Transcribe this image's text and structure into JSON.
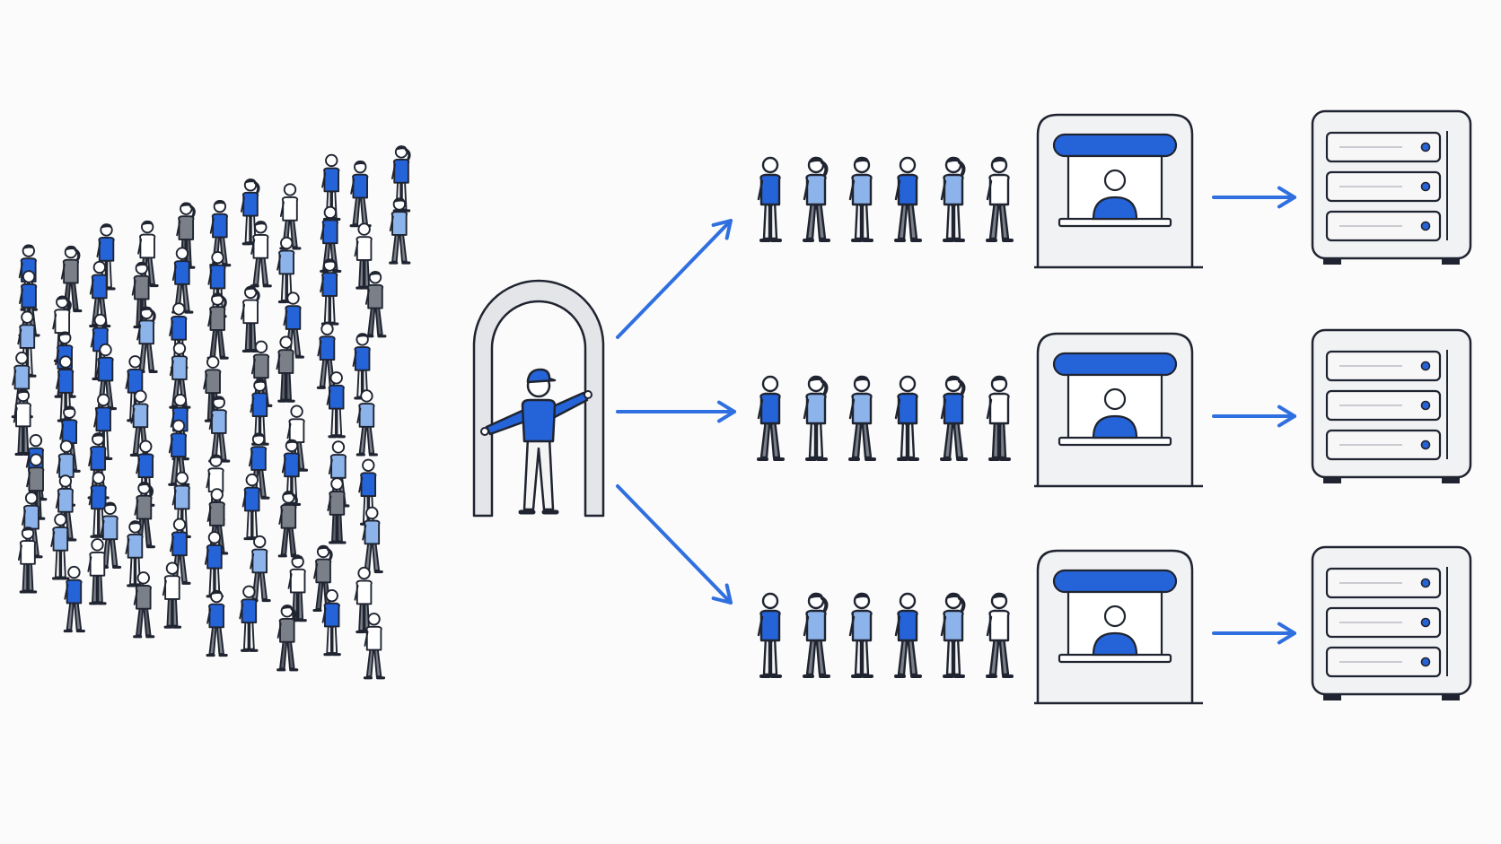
{
  "colors": {
    "background": "#fbfbfb",
    "outline": "#1f2430",
    "blue": "#2563d9",
    "light_blue": "#8cb3ea",
    "gray": "#7b8088",
    "white": "#ffffff",
    "panel": "#f1f2f4",
    "arch": "#e4e5e8",
    "arrow": "#2f6fe0"
  },
  "icons": {
    "crowd_person": "person-icon",
    "queue_person": "person-icon",
    "gatekeeper": "load-balancer-person-icon",
    "booth": "service-booth-icon",
    "server": "server-rack-icon",
    "arrow": "arrow-right-icon"
  },
  "crowd_count": 92,
  "lanes": [
    {
      "id": "lane-1",
      "queue": [
        "blue",
        "light_blue",
        "light_blue",
        "blue",
        "light_blue",
        "white"
      ]
    },
    {
      "id": "lane-2",
      "queue": [
        "blue",
        "light_blue",
        "light_blue",
        "blue",
        "blue",
        "white"
      ]
    },
    {
      "id": "lane-3",
      "queue": [
        "blue",
        "light_blue",
        "light_blue",
        "blue",
        "light_blue",
        "white"
      ]
    }
  ]
}
